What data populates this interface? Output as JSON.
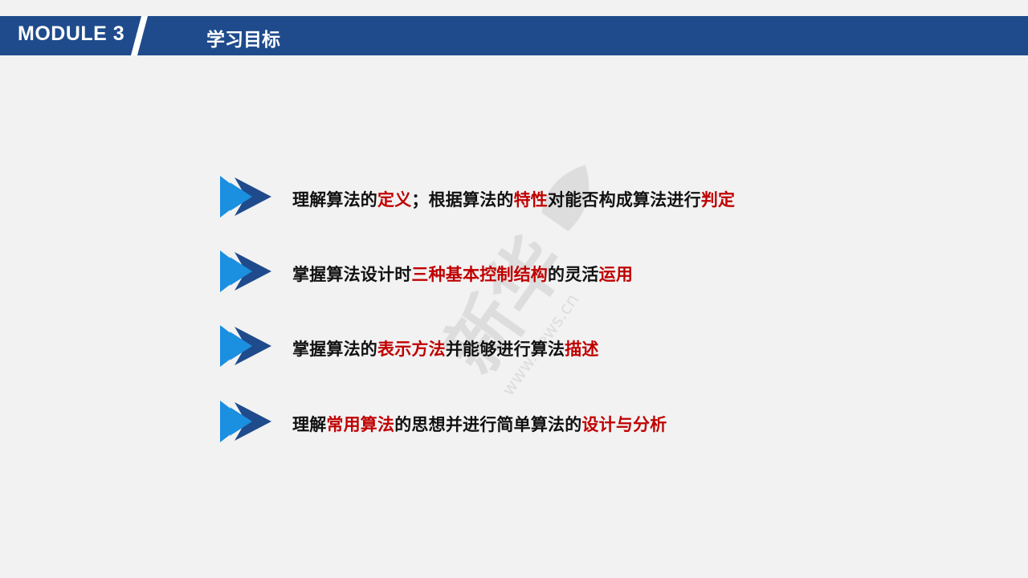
{
  "header": {
    "module_label": "MODULE 3",
    "title": "学习目标"
  },
  "colors": {
    "header_bg": "#1f4b8c",
    "arrow_light": "#1b8fe0",
    "arrow_dark": "#1f4b8c",
    "highlight": "#c00000",
    "text": "#111111",
    "background": "#f2f2f2"
  },
  "objectives": [
    {
      "segments": [
        {
          "text": "理解算法的",
          "highlight": false
        },
        {
          "text": "定义",
          "highlight": true
        },
        {
          "text": "；根据算法的",
          "highlight": false
        },
        {
          "text": "特性",
          "highlight": true
        },
        {
          "text": "对能否构成算法进行",
          "highlight": false
        },
        {
          "text": "判定",
          "highlight": true
        }
      ]
    },
    {
      "segments": [
        {
          "text": "掌握算法设计时",
          "highlight": false
        },
        {
          "text": "三种基本控制结构",
          "highlight": true
        },
        {
          "text": "的灵活",
          "highlight": false
        },
        {
          "text": "运用",
          "highlight": true
        }
      ]
    },
    {
      "segments": [
        {
          "text": "掌握算法的",
          "highlight": false
        },
        {
          "text": "表示方法",
          "highlight": true
        },
        {
          "text": "并能够进行算法",
          "highlight": false
        },
        {
          "text": "描述",
          "highlight": true
        }
      ]
    },
    {
      "segments": [
        {
          "text": "理解",
          "highlight": false
        },
        {
          "text": "常用算法",
          "highlight": true
        },
        {
          "text": "的思想并进行简单算法的",
          "highlight": false
        },
        {
          "text": "设计与分析",
          "highlight": true
        }
      ]
    }
  ],
  "watermark": {
    "main_text": "新华",
    "sub_text": "www.news.cn"
  }
}
